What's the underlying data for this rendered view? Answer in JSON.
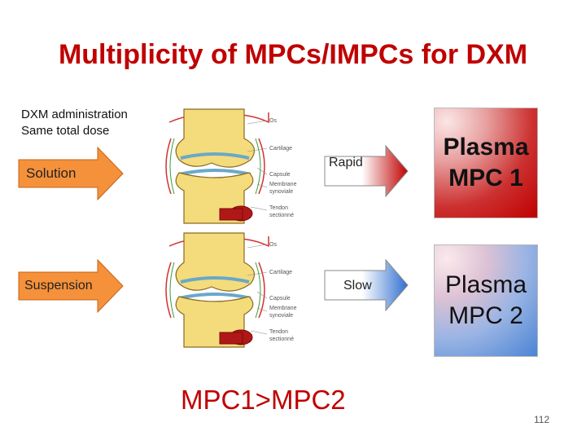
{
  "title": "Multiplicity of MPCs/IMPCs for DXM",
  "intro": {
    "line1": "DXM administration",
    "line2": "Same total dose"
  },
  "arrows": {
    "solution": "Solution",
    "suspension": "Suspension",
    "rapid": "Rapid",
    "slow": "Slow"
  },
  "joint_labels": [
    "Os",
    "Cartilage",
    "Capsule",
    "Membrane",
    "synoviale",
    "Tendon",
    "sectionné"
  ],
  "boxes": {
    "box1": {
      "line1": "Plasma",
      "line2": "MPC 1"
    },
    "box2": {
      "line1": "Plasma",
      "line2": "MPC 2"
    }
  },
  "conclusion": "MPC1>MPC2",
  "page_number": "112",
  "colors": {
    "title": "#c00000",
    "orange_arrow": "#f5913a",
    "red_arrow": "#c00000",
    "blue_arrow": "#2f6fd0"
  }
}
